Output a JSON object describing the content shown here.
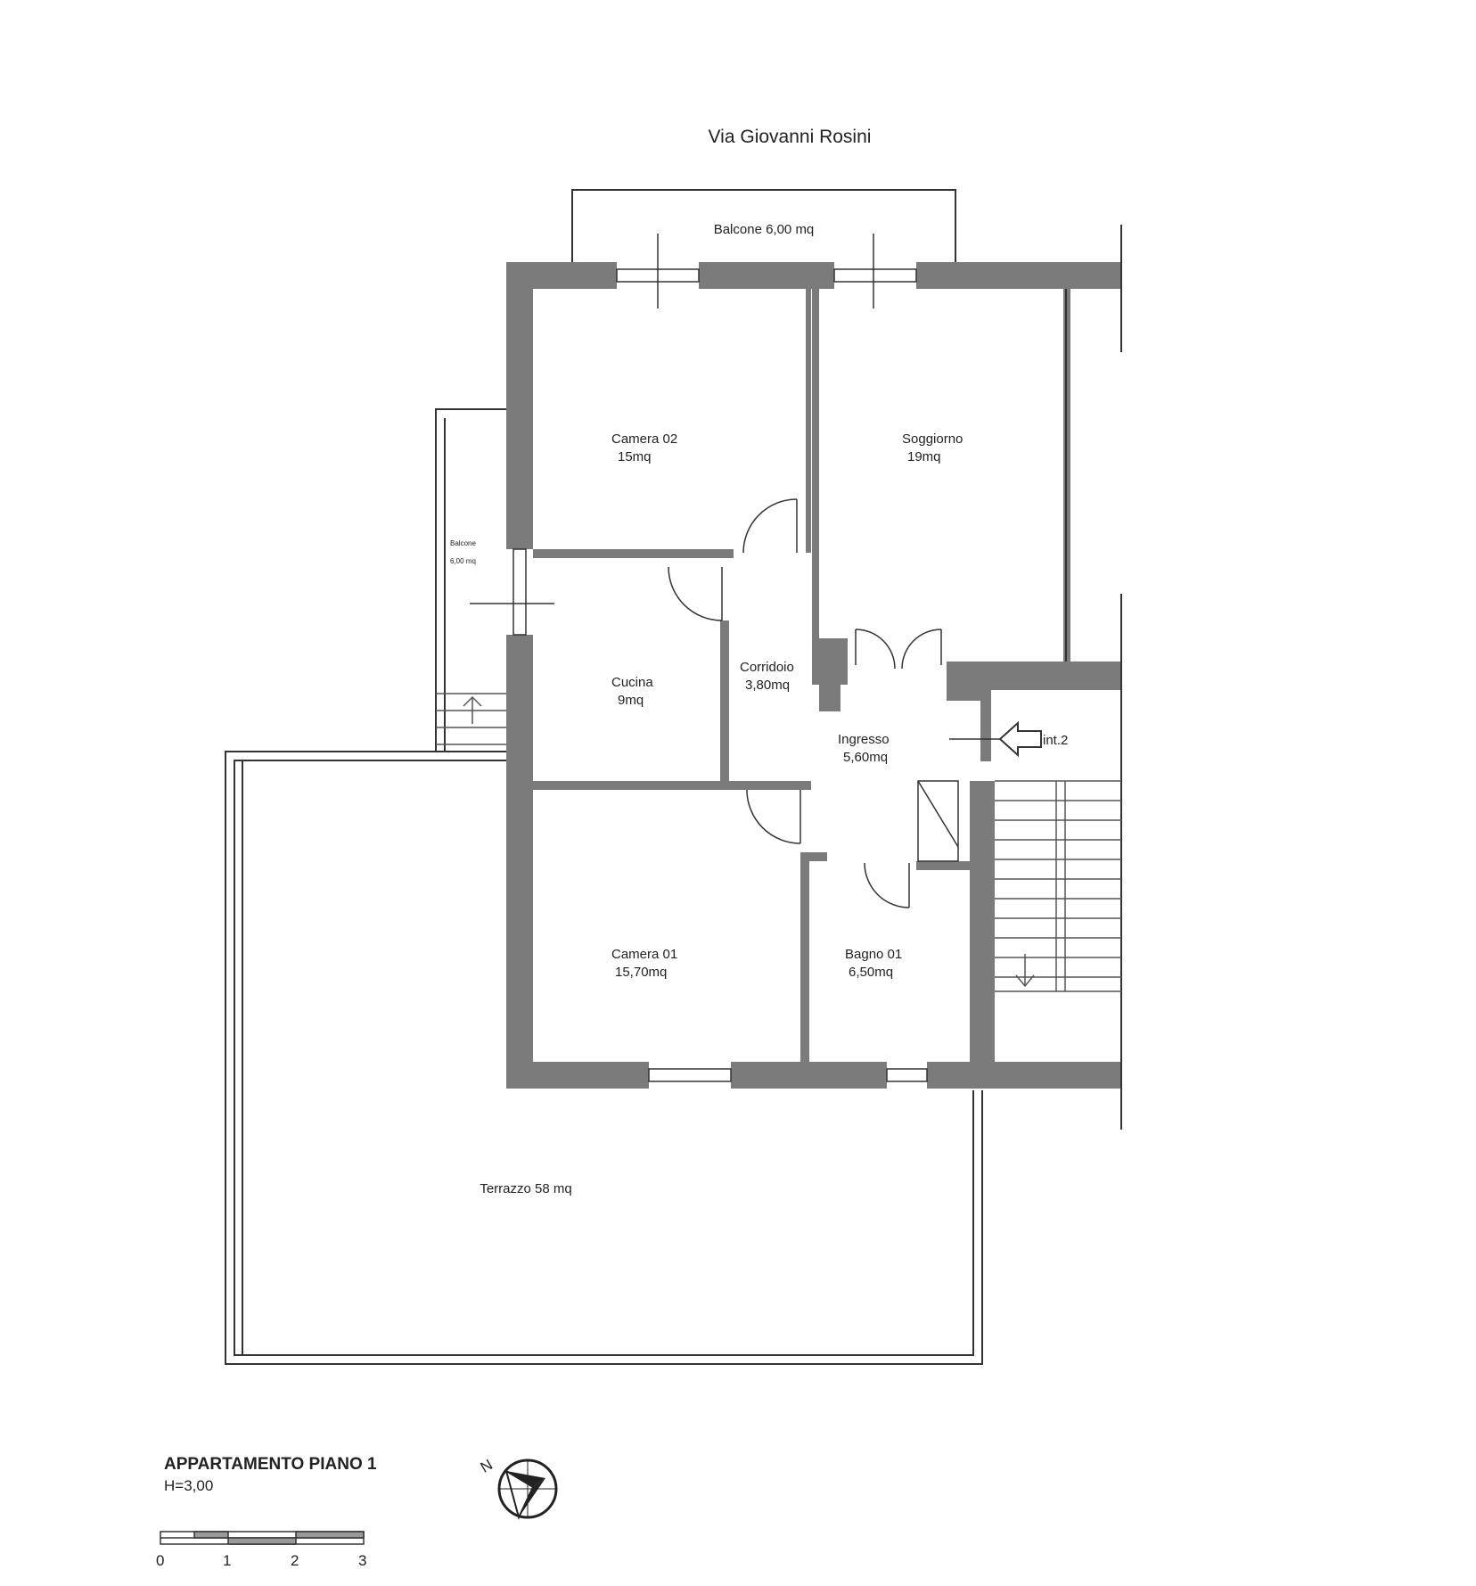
{
  "plan": {
    "street": "Via Giovanni Rosini",
    "title": "APPARTAMENTO PIANO 1",
    "height": "H=3,00",
    "entrance": "int.2",
    "north": "N",
    "rooms": {
      "balcone_top": "Balcone  6,00 mq",
      "camera02_name": "Camera 02",
      "camera02_area": "15mq",
      "soggiorno_name": "Soggiorno",
      "soggiorno_area": "19mq",
      "balcone_side_name": "Balcone",
      "balcone_side_area": "6,00 mq",
      "cucina_name": "Cucina",
      "cucina_area": "9mq",
      "corridoio_name": "Corridoio",
      "corridoio_area": "3,80mq",
      "ingresso_name": "Ingresso",
      "ingresso_area": "5,60mq",
      "camera01_name": "Camera 01",
      "camera01_area": "15,70mq",
      "bagno01_name": "Bagno 01",
      "bagno01_area": "6,50mq",
      "terrazzo": "Terrazzo  58 mq"
    },
    "scale_ticks": [
      "0",
      "1",
      "2",
      "3"
    ],
    "colors": {
      "wall": "#7b7b7b",
      "line": "#333333",
      "background": "#ffffff"
    }
  }
}
